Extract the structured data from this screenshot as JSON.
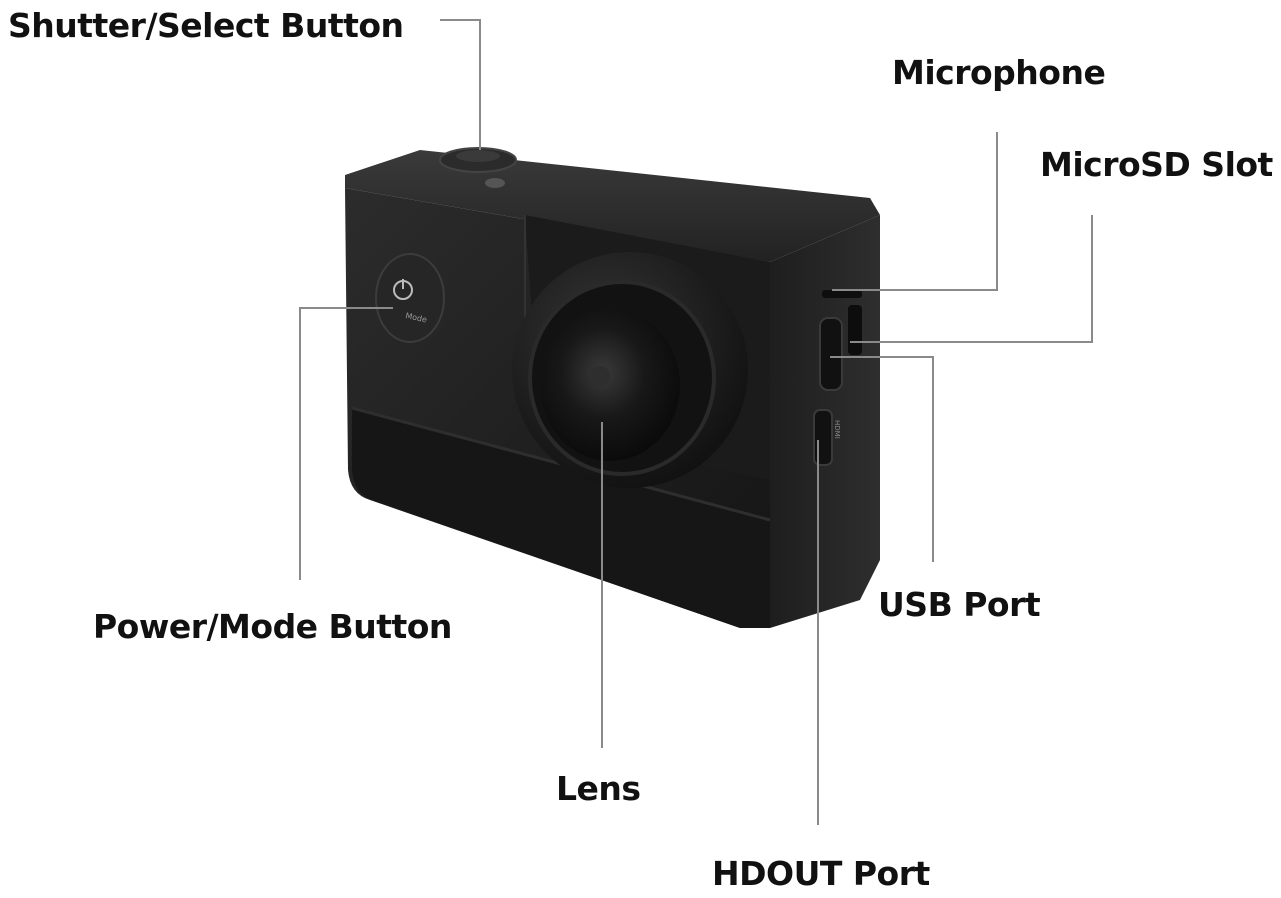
{
  "labels": {
    "shutter": "Shutter/Select Button",
    "microphone": "Microphone",
    "microsd": "MicroSD Slot",
    "power": "Power/Mode Button",
    "usb": "USB Port",
    "lens": "Lens",
    "hdout": "HDOUT Port"
  },
  "device": {
    "power_button_text": "Mode",
    "side_port_text": "HDMI"
  },
  "colors": {
    "camera_body": "#1c1c1c",
    "leader_line": "#8a8a8a",
    "text": "#111111"
  }
}
